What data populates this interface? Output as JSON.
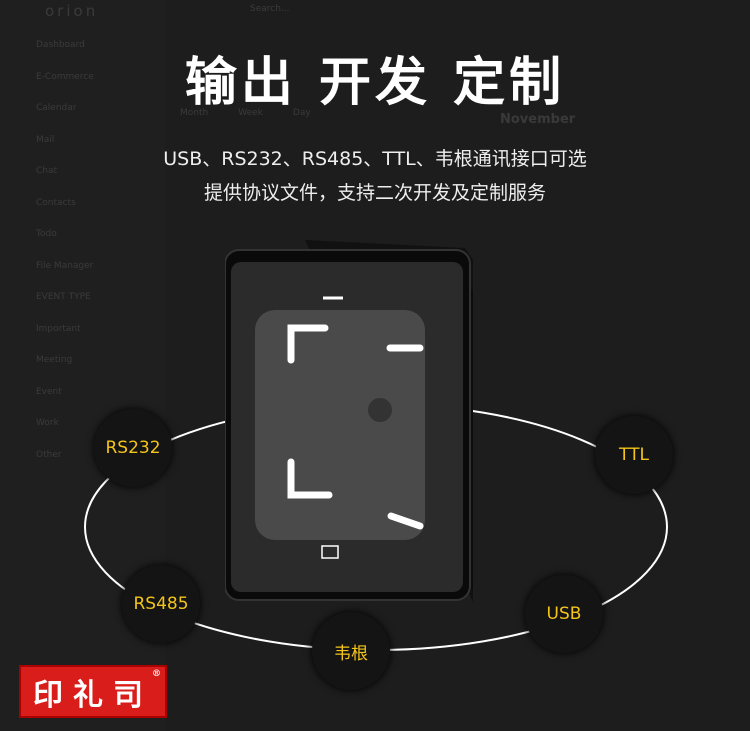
{
  "background_ui": {
    "logo": "orion",
    "search": "Search...",
    "month": "November",
    "tabs": [
      "Month",
      "Week",
      "Day"
    ],
    "sidebar": [
      "Dashboard",
      "E-Commerce",
      "Calendar",
      "Mail",
      "Chat",
      "Contacts",
      "Todo",
      "File Manager",
      "EVENT TYPE",
      "Important",
      "Meeting",
      "Event",
      "Work",
      "Other"
    ]
  },
  "headline": "输出 开发 定制",
  "subtitle_line1": "USB、RS232、RS485、TTL、韦根通讯接口可选",
  "subtitle_line2": "提供协议文件，支持二次开发及定制服务",
  "interfaces": {
    "rs232": "RS232",
    "ttl": "TTL",
    "rs485": "RS485",
    "usb": "USB",
    "wiegand": "韦根"
  },
  "brand": {
    "name": "印礼司",
    "mark": "®"
  },
  "colors": {
    "label": "#f3c41a",
    "brand_red": "#d81d1a"
  }
}
